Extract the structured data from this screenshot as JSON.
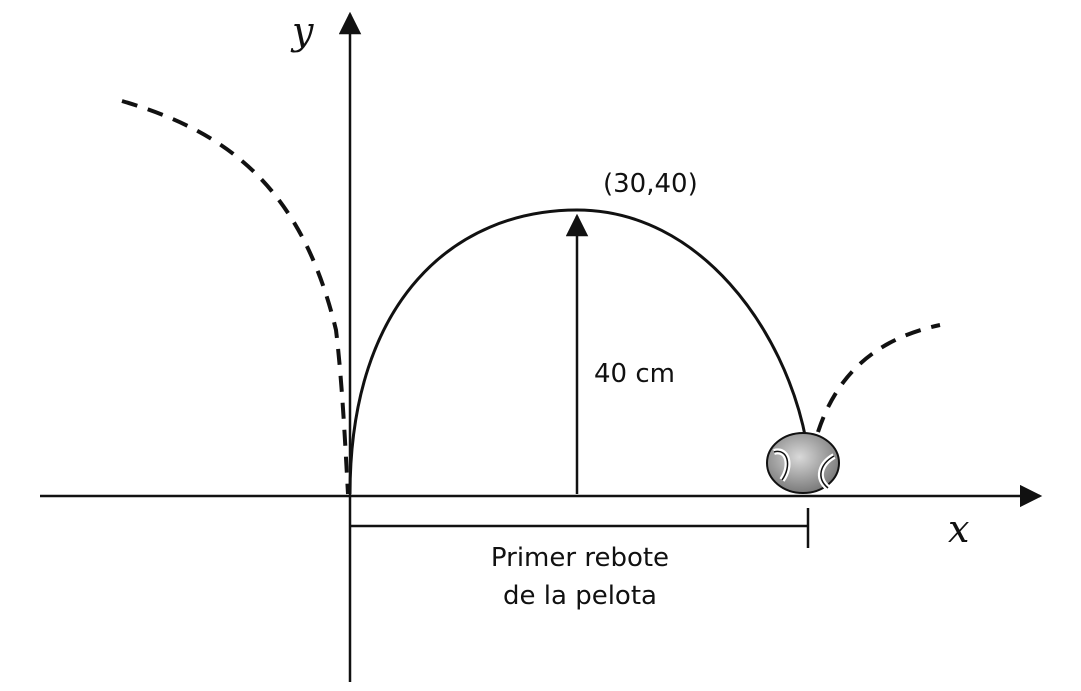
{
  "diagram": {
    "x_axis_label": "x",
    "y_axis_label": "y",
    "vertex_label": "(30,40)",
    "height_label": "40 cm",
    "bounce_caption": [
      "Primer rebote",
      "de la pelota"
    ]
  },
  "colors": {
    "stroke": "#111111",
    "ball_fill": "#8a8a8a",
    "ball_highlight": "#d9d9d9",
    "background": "#ffffff"
  }
}
